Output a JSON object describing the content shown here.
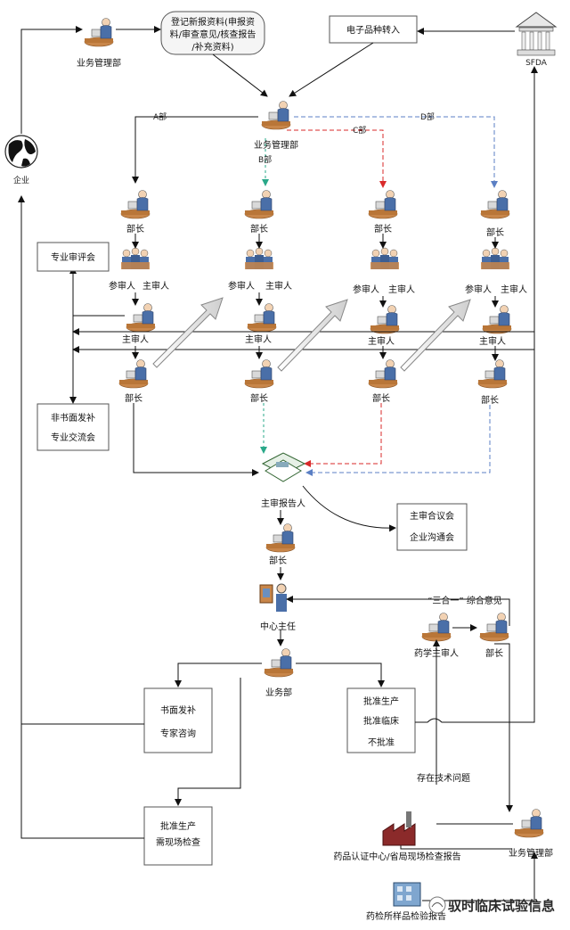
{
  "nodes": {
    "business_dept_top": "业务管理部",
    "register_box": [
      "登记新报资料(申报资",
      "料/审查意见/核查报告",
      "/补充资料)"
    ],
    "electronic_transfer": "电子品种转入",
    "sfda": "SFDA",
    "enterprise": "企业",
    "business_dept_center": "业务管理部",
    "expert_review": "专业审评会",
    "non_written": [
      "非书面发补",
      "专业交流会"
    ],
    "main_report": "主审报告人",
    "review_meeting": [
      "主审合议会",
      "企业沟通会"
    ],
    "minister_after_report": "部长",
    "center_director": "中心主任",
    "business_dept_bottom": "业务部",
    "written_supplement": [
      "书面发补",
      "专家咨询"
    ],
    "approve_box": [
      "批准生产",
      "批准临床",
      "不批准"
    ],
    "approve_production_box": [
      "批准生产",
      "需现场检查"
    ],
    "three_in_one": "“三合一” 综合意见",
    "pharma_reviewer": "药学主审人",
    "minister_right": "部长",
    "tech_issue": "存在技术问题",
    "business_mgmt_bottom": "业务管理部",
    "cert_center": "药品认证中心/省局现场检查报告",
    "lab_report": "药检所样品检验报告",
    "watermark": "驭时临床试验信息"
  },
  "departments": [
    {
      "branch": "A部",
      "minister": "部长",
      "participants": [
        "参审人",
        "主审人"
      ],
      "reviewer": "主审人",
      "minister2": "部长"
    },
    {
      "branch": "B部",
      "minister": "部长",
      "participants": [
        "参审人",
        "主审人"
      ],
      "reviewer": "主审人",
      "minister2": "部长"
    },
    {
      "branch": "C部",
      "minister": "部长",
      "participants": [
        "参审人",
        "主审人"
      ],
      "reviewer": "主审人",
      "minister2": "部长"
    },
    {
      "branch": "D部",
      "minister": "部长",
      "participants": [
        "参审人",
        "主审人"
      ],
      "reviewer": "主审人",
      "minister2": "部长"
    }
  ],
  "colors": {
    "b_branch": "#2aa889",
    "c_branch": "#d92a2a",
    "d_branch": "#5b7fc4",
    "line": "#111111",
    "desk": "#c8864a",
    "person": "#4a6fa8"
  }
}
